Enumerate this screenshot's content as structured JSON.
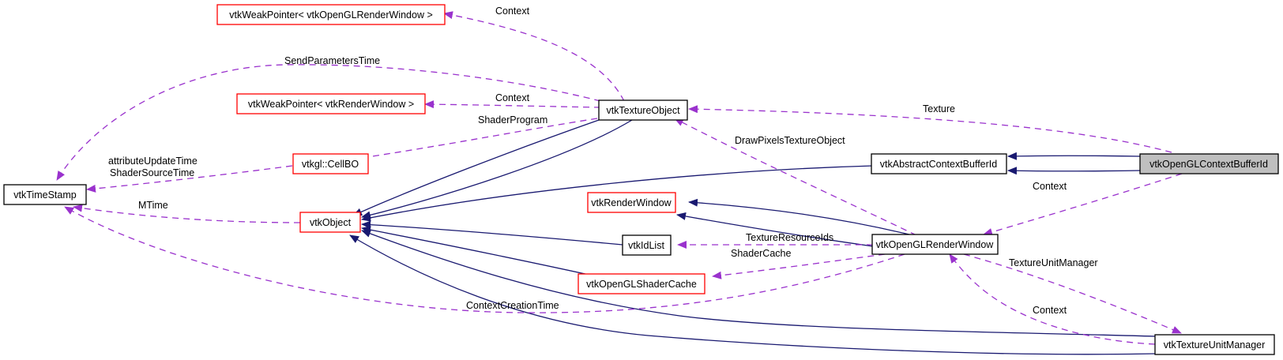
{
  "diagram": {
    "title": "vtkOpenGLContextBufferId collaboration graph",
    "colors": {
      "inherit_edge": "#191970",
      "use_edge": "#9a32cd",
      "documented_border": "#000000",
      "undocumented_border": "#ff0000",
      "focus_fill": "#bfbfbf",
      "node_fill": "#ffffff"
    },
    "nodes": [
      {
        "id": "wp_oglrw",
        "label": "vtkWeakPointer< vtkOpenGLRenderWindow >",
        "border": "red"
      },
      {
        "id": "wp_rw",
        "label": "vtkWeakPointer< vtkRenderWindow >",
        "border": "red"
      },
      {
        "id": "cellbo",
        "label": "vtkgl::CellBO",
        "border": "red"
      },
      {
        "id": "timestamp",
        "label": "vtkTimeStamp",
        "border": "black"
      },
      {
        "id": "object",
        "label": "vtkObject",
        "border": "red"
      },
      {
        "id": "texobj",
        "label": "vtkTextureObject",
        "border": "black"
      },
      {
        "id": "abscbid",
        "label": "vtkAbstractContextBufferId",
        "border": "black"
      },
      {
        "id": "oglcbid",
        "label": "vtkOpenGLContextBufferId",
        "border": "black",
        "focus": true
      },
      {
        "id": "renderwindow",
        "label": "vtkRenderWindow",
        "border": "red"
      },
      {
        "id": "idlist",
        "label": "vtkIdList",
        "border": "black"
      },
      {
        "id": "oglrw",
        "label": "vtkOpenGLRenderWindow",
        "border": "black"
      },
      {
        "id": "shadercache",
        "label": "vtkOpenGLShaderCache",
        "border": "red"
      },
      {
        "id": "tum",
        "label": "vtkTextureUnitManager",
        "border": "black"
      }
    ],
    "edge_labels": {
      "context_top": "Context",
      "send_parameters_time": "SendParametersTime",
      "context_wp_rw": "Context",
      "shader_program": "ShaderProgram",
      "texture": "Texture",
      "attribute_update_time": "attributeUpdateTime",
      "shader_source_time": "ShaderSourceTime",
      "draw_pixels_texture_object": "DrawPixelsTextureObject",
      "mtime": "MTime",
      "context_oglcbid": "Context",
      "texture_resource_ids": "TextureResourceIds",
      "shader_cache": "ShaderCache",
      "texture_unit_manager": "TextureUnitManager",
      "context_tum": "Context",
      "context_creation_time": "ContextCreationTime"
    }
  }
}
